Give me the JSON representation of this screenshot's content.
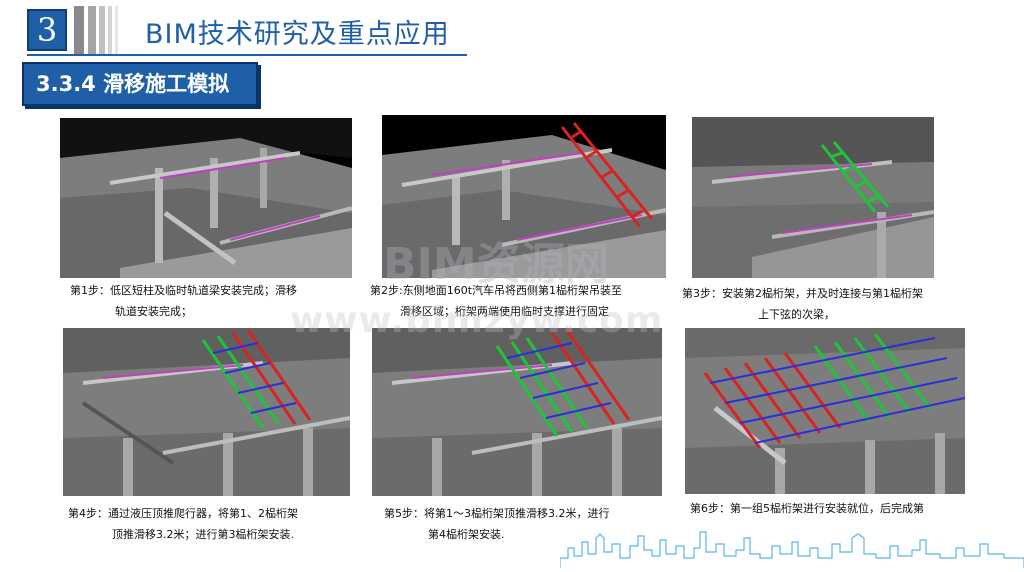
{
  "header": {
    "section_number": "3",
    "title": "BIM技术研究及重点应用",
    "subtitle": "3.3.4 滑移施工模拟"
  },
  "steps": [
    {
      "line1": "第1步：低区短柱及临时轨道梁安装完成；滑移",
      "line2": "轨道安装完成；"
    },
    {
      "line1": "第2步:东侧地面160t汽车吊将西侧第1榀桁架吊装至",
      "line2": "滑移区域；桁架两端使用临时支撑进行固定"
    },
    {
      "line1": "第3步：安装第2榀桁架，并及时连接与第1榀桁架",
      "line2": "上下弦的次梁，"
    },
    {
      "line1": "第4步：通过液压顶推爬行器，将第1、2榀桁架",
      "line2": "顶推滑移3.2米；进行第3榀桁架安装."
    },
    {
      "line1": "第5步：将第1～3榀桁架顶推滑移3.2米，进行",
      "line2": "第4榀桁架安装."
    },
    {
      "line1": "第6步：第一组5榀桁架进行安装就位，后完成第",
      "line2": ""
    }
  ],
  "watermark": {
    "line1": "BIM资源网",
    "line2": "www.bimzyw.com"
  },
  "colors": {
    "brand_blue": "#1f5fa8",
    "truss_red": "#d9231f",
    "truss_green": "#1fc43a",
    "truss_blue": "#2a2fd6",
    "model_gray": "#8a8a8a"
  }
}
